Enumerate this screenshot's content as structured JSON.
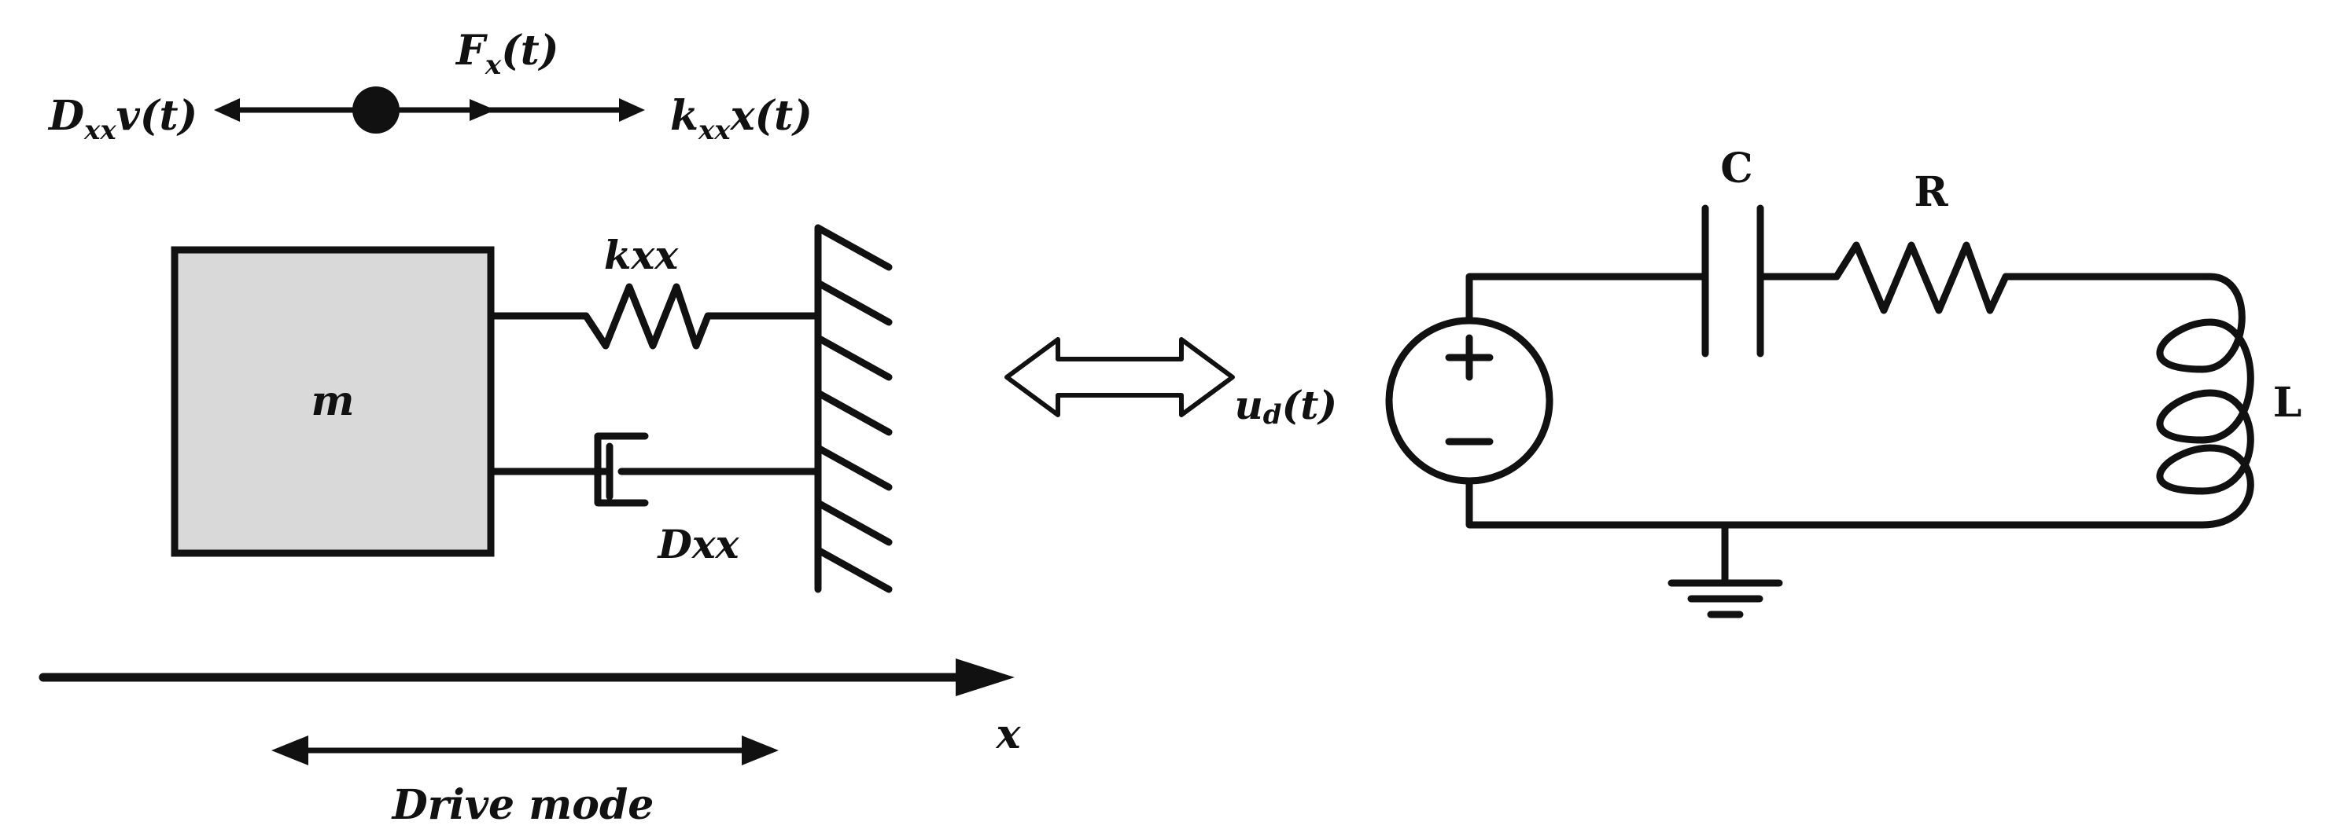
{
  "force_diagram": {
    "damping_force_label": "D",
    "damping_force_sub": "xx",
    "damping_force_tail": "v(t)",
    "applied_force_label": "F",
    "applied_force_sub": "x",
    "applied_force_tail": "(t)",
    "spring_force_label": "k",
    "spring_force_sub": "xx",
    "spring_force_tail": "x(t)"
  },
  "mechanical": {
    "mass_label": "m",
    "spring_label": "kxx",
    "damper_label": "Dxx",
    "axis_label": "x",
    "drive_mode_label": "Drive mode"
  },
  "electrical": {
    "capacitor_label": "C",
    "resistor_label": "R",
    "inductor_label": "L",
    "source_label": "u",
    "source_sub": "d",
    "source_tail": "(t)",
    "source_plus": "+",
    "source_minus": "−"
  },
  "colors": {
    "stroke": "#111111",
    "mass_fill": "#d9d9d9",
    "background": "#ffffff"
  }
}
